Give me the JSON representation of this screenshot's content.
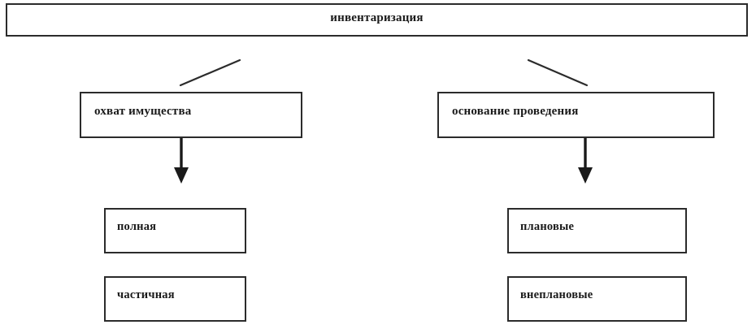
{
  "diagram": {
    "title_box": {
      "label": "инвентаризация"
    },
    "branches": [
      {
        "id": "scope",
        "label": "охват имущества",
        "children": [
          {
            "id": "full",
            "label": "полная"
          },
          {
            "id": "partial",
            "label": "частичная"
          }
        ]
      },
      {
        "id": "basis",
        "label": "основание проведения",
        "children": [
          {
            "id": "planned",
            "label": "плановые"
          },
          {
            "id": "unplanned",
            "label": "внеплановые"
          }
        ]
      }
    ],
    "colors": {
      "background": "#ffffff",
      "box_border": "#2b2b2b",
      "text": "#1a1a1a",
      "connector": "#2b2b2b"
    }
  }
}
